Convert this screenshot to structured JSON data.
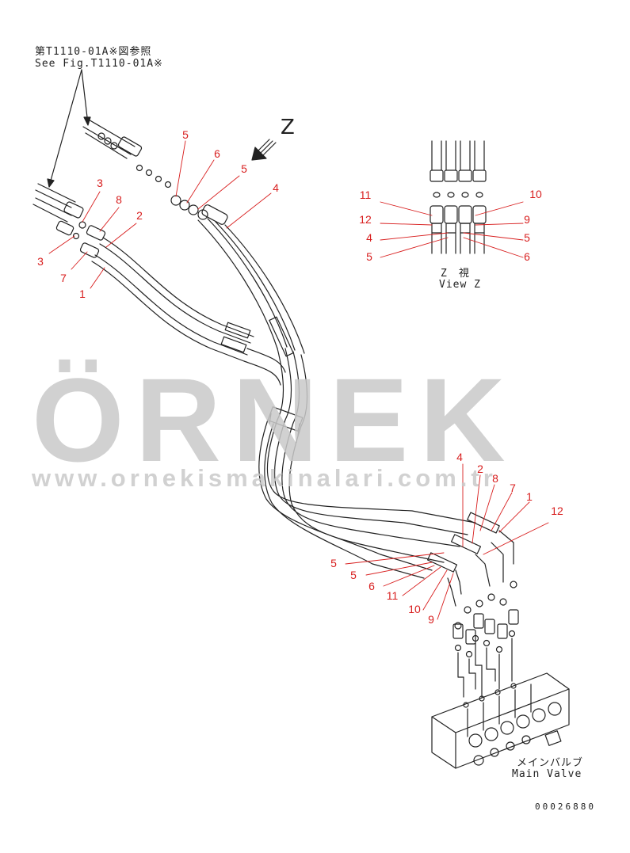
{
  "references": {
    "jp": "第T1110-01A※図参照",
    "en": "See Fig.T1110-01A※"
  },
  "view_arrow_label": "Z",
  "view_z": {
    "jp": "Z　視",
    "en": "View Z"
  },
  "main_valve": {
    "jp": "メインバルブ",
    "en": "Main Valve"
  },
  "figure_number": "00026880",
  "watermark": {
    "brand": "ÖRNEK",
    "url": "www.ornekismakinalari.com.tr"
  },
  "colors": {
    "callout": "#d81e1e",
    "line": "#222222",
    "watermark": "#c9c9c9",
    "watermark_accent": "#f1d98a"
  },
  "callouts": [
    {
      "id": "c-top-5",
      "text": "5"
    },
    {
      "id": "c-top-6",
      "text": "6"
    },
    {
      "id": "c-top-5b",
      "text": "5"
    },
    {
      "id": "c-top-4",
      "text": "4"
    },
    {
      "id": "c-left-3a",
      "text": "3"
    },
    {
      "id": "c-left-8",
      "text": "8"
    },
    {
      "id": "c-left-2",
      "text": "2"
    },
    {
      "id": "c-left-3b",
      "text": "3"
    },
    {
      "id": "c-left-7",
      "text": "7"
    },
    {
      "id": "c-left-1",
      "text": "1"
    },
    {
      "id": "c-z-11",
      "text": "11"
    },
    {
      "id": "c-z-12",
      "text": "12"
    },
    {
      "id": "c-z-4",
      "text": "4"
    },
    {
      "id": "c-z-5l",
      "text": "5"
    },
    {
      "id": "c-z-10",
      "text": "10"
    },
    {
      "id": "c-z-9",
      "text": "9"
    },
    {
      "id": "c-z-5r",
      "text": "5"
    },
    {
      "id": "c-z-6",
      "text": "6"
    },
    {
      "id": "c-bot-4",
      "text": "4"
    },
    {
      "id": "c-bot-2",
      "text": "2"
    },
    {
      "id": "c-bot-8",
      "text": "8"
    },
    {
      "id": "c-bot-7",
      "text": "7"
    },
    {
      "id": "c-bot-1",
      "text": "1"
    },
    {
      "id": "c-bot-12",
      "text": "12"
    },
    {
      "id": "c-bot-5a",
      "text": "5"
    },
    {
      "id": "c-bot-5b",
      "text": "5"
    },
    {
      "id": "c-bot-6",
      "text": "6"
    },
    {
      "id": "c-bot-11",
      "text": "11"
    },
    {
      "id": "c-bot-10",
      "text": "10"
    },
    {
      "id": "c-bot-9",
      "text": "9"
    }
  ]
}
